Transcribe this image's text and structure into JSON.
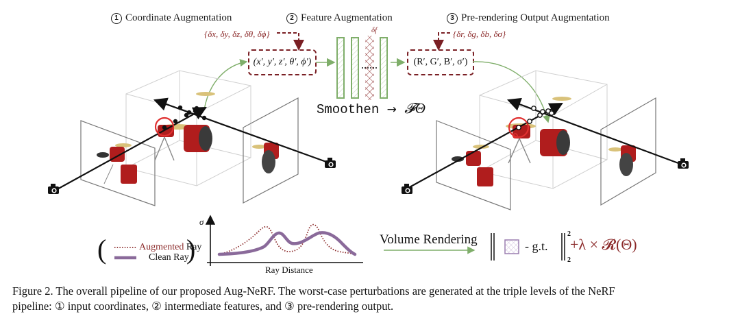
{
  "figure": {
    "steps": [
      {
        "number": "1",
        "title": "Coordinate Augmentation"
      },
      {
        "number": "2",
        "title": "Feature Augmentation"
      },
      {
        "number": "3",
        "title": "Pre-rendering Output Augmentation"
      }
    ],
    "coordinate_perturbation": "{δx, δy, δz, δθ, δϕ}",
    "coordinate_tuple": "(x′, y′, z′, θ′, ϕ′)",
    "feature_perturbation": "δf",
    "output_perturbation": "{δr, δg, δb, δσ}",
    "output_tuple": "(R′, G′, B′, σ′)",
    "smoothen_label": "Smoothen",
    "smoothen_arrow": "→",
    "network_symbol": "𝓕Θ",
    "legend": {
      "augmented_prefix": "Augmented",
      "augmented_suffix": " Ray",
      "clean": "Clean Ray",
      "open_paren": "(",
      "close_paren": ")"
    },
    "density_plot": {
      "y_axis_label": "σ",
      "x_axis_label": "Ray Distance"
    },
    "volume_rendering_label": "Volume Rendering",
    "loss": {
      "minus_gt": "- g.t.",
      "superscript": "2",
      "subscript": "2",
      "regularizer": "+λ × 𝓡(Θ)"
    },
    "colors": {
      "perturbation_red": "#7a1f24",
      "network_green": "#7fae6a",
      "clean_ray_purple": "#8a6a9a",
      "augmented_ray_red": "#8b2a2a"
    }
  },
  "caption": {
    "line1": "Figure 2.  The overall pipeline of our proposed Aug-NeRF. The worst-case perturbations are generated at the triple levels of the NeRF",
    "line2": "pipeline: ① input coordinates, ② intermediate features, and ③ pre-rendering output."
  }
}
